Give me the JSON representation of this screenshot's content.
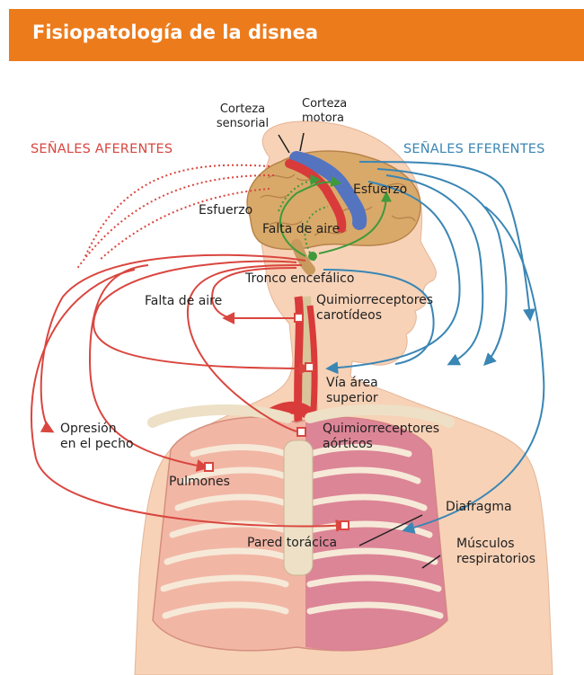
{
  "header": {
    "title": "Fisiopatología de la disnea",
    "color": "#ec7b1c"
  },
  "colors": {
    "afferent": "#d9463f",
    "efferent": "#3a86b4",
    "effort": "#3e9a3b",
    "skin": "#f7d2b7",
    "brain": "#d9a96a",
    "motor_cortex": "#5574c0",
    "sensory_cortex": "#d93a3a"
  },
  "signals": {
    "afferent": "SEÑALES AFERENTES",
    "efferent": "SEÑALES EFERENTES"
  },
  "labels": {
    "sensory_cortex": [
      "Corteza",
      "sensorial"
    ],
    "motor_cortex": [
      "Corteza",
      "motora"
    ],
    "effort_right": "Esfuerzo",
    "effort_left": "Esfuerzo",
    "air_hunger_brain": "Falta de aire",
    "brainstem": "Tronco encefálico",
    "air_hunger": "Falta de aire",
    "carotid": [
      "Quimiorreceptores",
      "carotídeos"
    ],
    "upper_airway": [
      "Vía área",
      "superior"
    ],
    "chest_tightness": [
      "Opresión",
      "en el pecho"
    ],
    "aortic": [
      "Quimiorreceptores",
      "aórticos"
    ],
    "lungs": "Pulmones",
    "diaphragm": "Diafragma",
    "chest_wall": "Pared torácica",
    "resp_muscles": [
      "Músculos",
      "respiratorios"
    ]
  }
}
